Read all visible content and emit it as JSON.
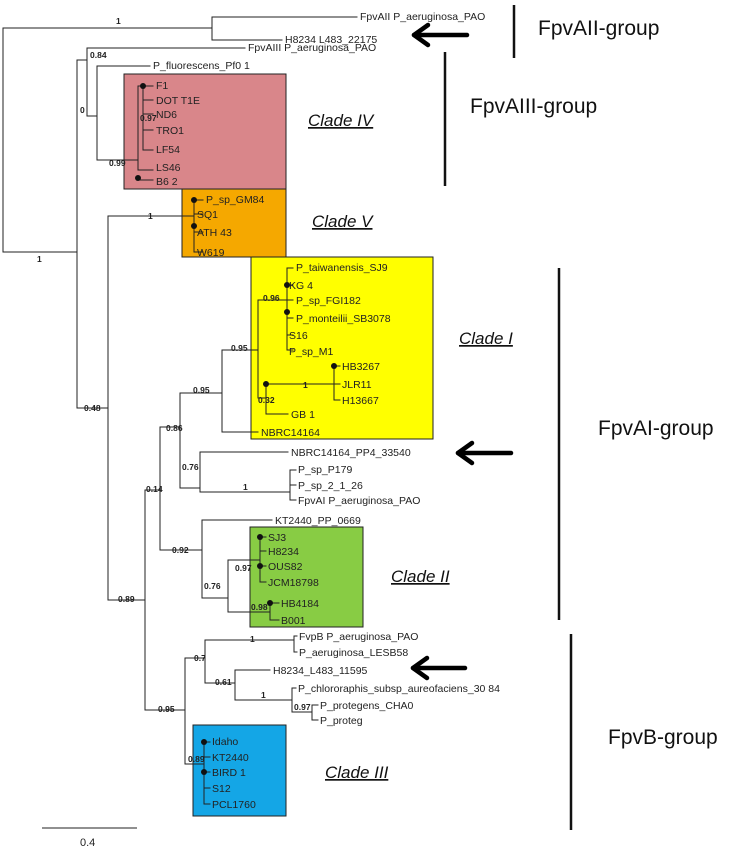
{
  "group_labels": {
    "fpvaii": "FpvAII-group",
    "fpvaiii": "FpvAIII-group",
    "fpvai": "FpvAI-group",
    "fpvb": "FpvB-group"
  },
  "clade_labels": {
    "iv": "Clade IV",
    "v": "Clade V",
    "i": "Clade I",
    "ii": "Clade II",
    "iii": "Clade III"
  },
  "highlight_colors": {
    "clade_iv": "#d9868a",
    "clade_v": "#f5a800",
    "clade_i": "#ffff00",
    "clade_ii": "#88cc44",
    "clade_iii": "#14a6e6"
  },
  "leaves": {
    "fpvaii_pao": "FpvAII P_aeruginosa_PAO",
    "h8234_22175": "H8234 L483_22175",
    "fpvaiii_pao": "FpvAIII P_aeruginosa_PAO",
    "p_fluorescens": "P_fluorescens_Pf0 1",
    "f1": "F1",
    "dot_t1e": "DOT T1E",
    "nd6": "ND6",
    "tro1": "TRO1",
    "lf54": "LF54",
    "ls46": "LS46",
    "b6_2": "B6 2",
    "p_sp_gm84": "P_sp_GM84",
    "sq1": "SQ1",
    "ath43": "ATH 43",
    "w619": "W619",
    "taiwanensis": "P_taiwanensis_SJ9",
    "kg4": "KG 4",
    "fgi182": "P_sp_FGI182",
    "monteilii": "P_monteilii_SB3078",
    "s16": "S16",
    "p_sp_m1": "P_sp_M1",
    "hb3267": "HB3267",
    "jlr11": "JLR11",
    "h13667": "H13667",
    "gb1": "GB 1",
    "nbrc14164": "NBRC14164",
    "nbrc_pp4": "NBRC14164_PP4_33540",
    "p_sp_p179": "P_sp_P179",
    "p_sp_2_1_26": "P_sp_2_1_26",
    "fpvai_pao": "FpvAI P_aeruginosa_PAO",
    "kt2440_pp": "KT2440_PP_0669",
    "sj3": "SJ3",
    "h8234": "H8234",
    "ous82": "OUS82",
    "jcm18798": "JCM18798",
    "hb4184": "HB4184",
    "b001": "B001",
    "fvpb_pao": "FvpB P_aeruginosa_PAO",
    "lesb58": "P_aeruginosa_LESB58",
    "h8234_11595": "H8234_L483_11595",
    "chlororaphis": "P_chlororaphis_subsp_aureofaciens_30 84",
    "protegens": "P_protegens_CHA0",
    "p_proteg": "P_proteg",
    "idaho": "Idaho",
    "kt2440": "KT2440",
    "bird1": "BIRD 1",
    "s12": "S12",
    "pcl1760": "PCL1760"
  },
  "supports": {
    "fpvaii_node": "1",
    "root_top": "1",
    "fpvaiii_node": "0.84",
    "clade_iv_node": "0",
    "clade_iv_inner": "0.97",
    "clade_iv_ls46": "0.99",
    "clade_v_node": "1",
    "main_node": "0.48",
    "clade_i_node": "0.95",
    "clade_i_sub": "0.96",
    "hb_node": "1",
    "clade_i_32": "0.32",
    "clade_i_parent": "0.95",
    "clade_i_86": "0.86",
    "p179_node": "0.76",
    "fpvai_node": "1",
    "node_014": "0.14",
    "clade_ii_parent": "0.92",
    "clade_ii_node": "0.76",
    "clade_ii_97": "0.97",
    "hb4184_node": "0.98",
    "fpvb_parent": "0.89",
    "fpvb_node": "0.95",
    "fpvb_07": "0.7",
    "fvpb_pair": "1",
    "node_061": "0.61",
    "chloro_node": "1",
    "proteg_node": "0.97",
    "clade_iii_node": "0.89"
  },
  "scale_bar": {
    "label": "0.4"
  },
  "arrows": [
    "arrow-icon",
    "arrow-icon",
    "arrow-icon"
  ]
}
